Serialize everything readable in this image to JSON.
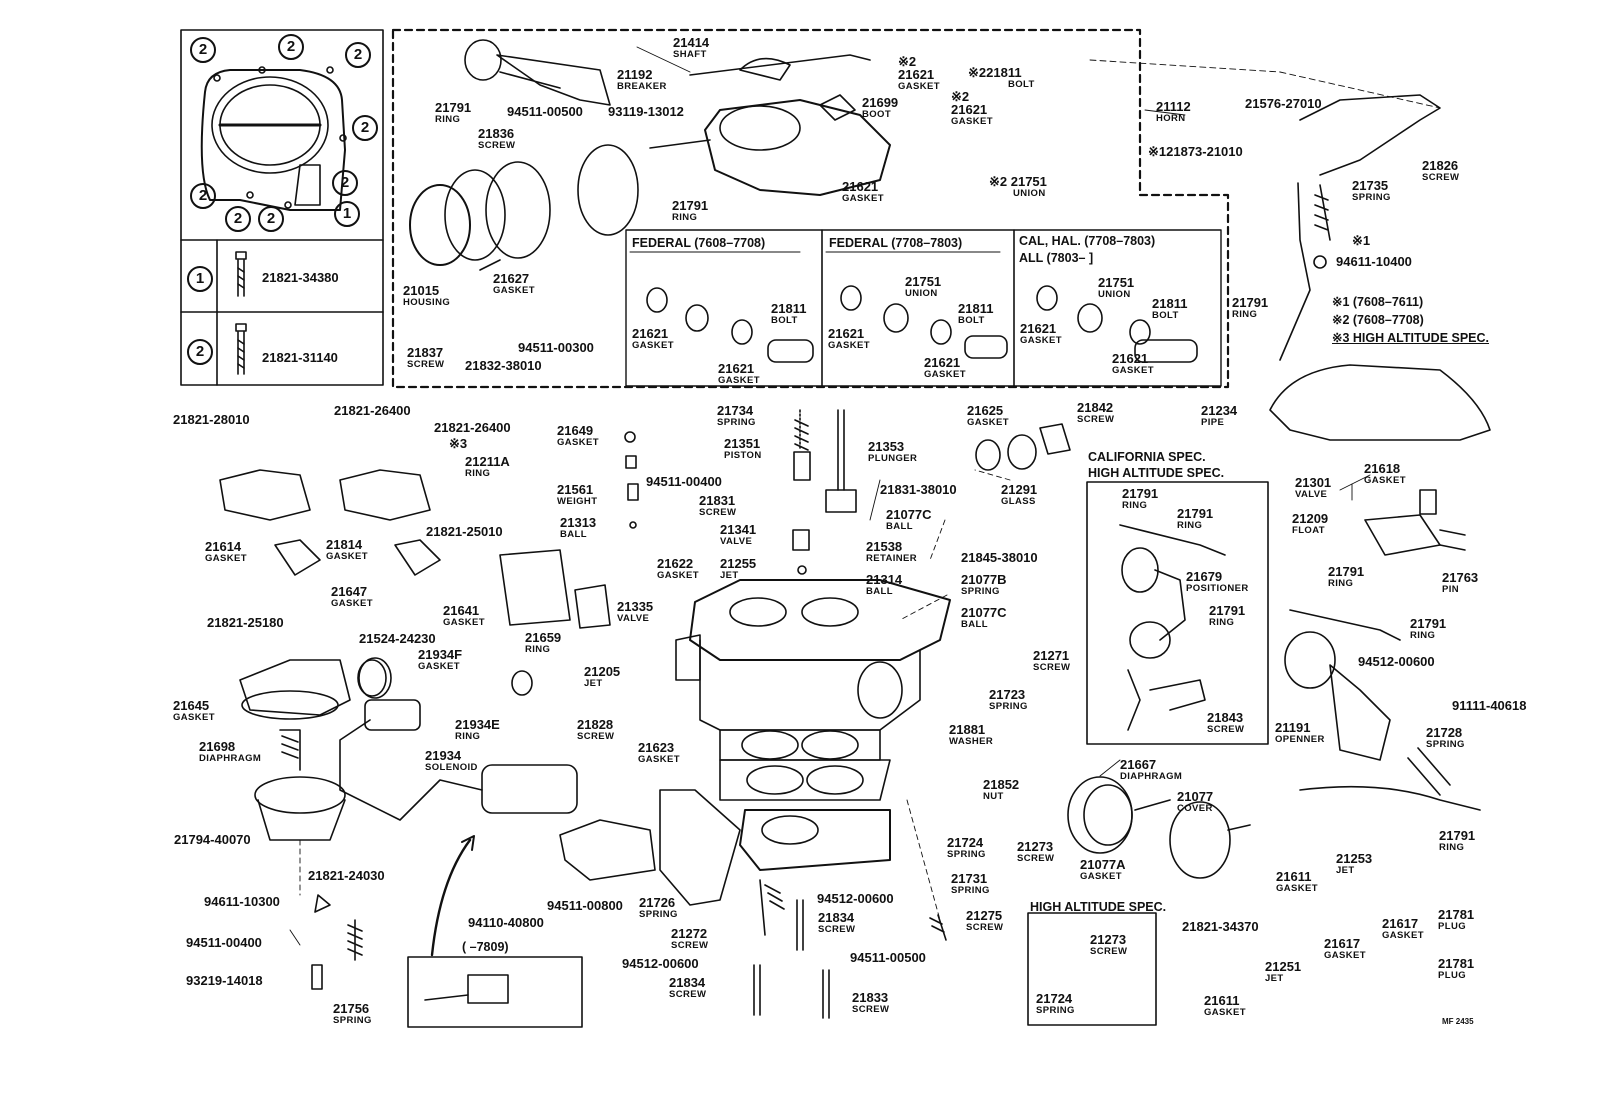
{
  "inset_topleft": {
    "marks": [
      "2",
      "2",
      "2",
      "2",
      "2",
      "2",
      "2",
      "2",
      "1"
    ],
    "row1": {
      "mark": "1",
      "part": "21821-34380"
    },
    "row2": {
      "mark": "2",
      "part": "21821-31140"
    }
  },
  "variants": {
    "federal_a": {
      "title": "FEDERAL (7608–7708)",
      "p1": "21621",
      "p1n": "GASKET",
      "p2": "21621",
      "p2n": "GASKET",
      "p3": "21811",
      "p3n": "BOLT"
    },
    "federal_b": {
      "title": "FEDERAL (7708–7803)",
      "p1": "21751",
      "p1n": "UNION",
      "p2": "21621",
      "p2n": "GASKET",
      "p3": "21621",
      "p3n": "GASKET",
      "p4": "21811",
      "p4n": "BOLT"
    },
    "cal": {
      "title": "CAL, HAL. (7708–7803)",
      "title2": "ALL          (7803–      ]",
      "p1": "21751",
      "p1n": "UNION",
      "p2": "21621",
      "p2n": "GASKET",
      "p3": "21621",
      "p3n": "GASKET",
      "p4": "21811",
      "p4n": "BOLT"
    }
  },
  "notes": {
    "n1": "※1 (7608–7611)",
    "n2": "※2 (7608–7708)",
    "n3": "※3 HIGH ALTITUDE SPEC."
  },
  "california_box": {
    "title1": "CALIFORNIA SPEC.",
    "title2": "HIGH ALTITUDE SPEC."
  },
  "hialt_box": {
    "title": "HIGH ALTITUDE SPEC.",
    "a": "21273",
    "an": "SCREW",
    "b": "21724",
    "bn": "SPRING"
  },
  "connector_box": {
    "label": "(        –7809)"
  },
  "footer": {
    "code": "MF 2435"
  },
  "callouts": [
    {
      "n": "21414",
      "t": "SHAFT"
    },
    {
      "n": "21192",
      "t": "BREAKER"
    },
    {
      "n": "21791",
      "t": "RING"
    },
    {
      "n": "94511-00500",
      "t": ""
    },
    {
      "n": "93119-13012",
      "t": ""
    },
    {
      "n": "21699",
      "t": "BOOT"
    },
    {
      "n": "※2\n21621",
      "t": "GASKET"
    },
    {
      "n": "※221811",
      "t": "BOLT"
    },
    {
      "n": "※2\n21621",
      "t": "GASKET"
    },
    {
      "n": "21112",
      "t": "HORN"
    },
    {
      "n": "21576-27010",
      "t": ""
    },
    {
      "n": "21836",
      "t": "SCREW"
    },
    {
      "n": "21791",
      "t": "RING"
    },
    {
      "n": "※2 21751",
      "t": "UNION"
    },
    {
      "n": "21621",
      "t": "GASKET"
    },
    {
      "n": "※121873-21010",
      "t": ""
    },
    {
      "n": "21826",
      "t": "SCREW"
    },
    {
      "n": "21735",
      "t": "SPRING"
    },
    {
      "n": "※1",
      "t": ""
    },
    {
      "n": "94611-10400",
      "t": ""
    },
    {
      "n": "21015",
      "t": "HOUSING"
    },
    {
      "n": "21627",
      "t": "GASKET"
    },
    {
      "n": "21837",
      "t": "SCREW"
    },
    {
      "n": "21832-38010",
      "t": ""
    },
    {
      "n": "94511-00300",
      "t": ""
    },
    {
      "n": "21791",
      "t": "RING"
    },
    {
      "n": "21821-28010",
      "t": ""
    },
    {
      "n": "21821-26400",
      "t": ""
    },
    {
      "n": "21821-26400",
      "t": ""
    },
    {
      "n": "※3",
      "t": ""
    },
    {
      "n": "21211A",
      "t": "RING"
    },
    {
      "n": "21649",
      "t": "GASKET"
    },
    {
      "n": "21734",
      "t": "SPRING"
    },
    {
      "n": "21351",
      "t": "PISTON"
    },
    {
      "n": "21353",
      "t": "PLUNGER"
    },
    {
      "n": "21625",
      "t": "GASKET"
    },
    {
      "n": "21842",
      "t": "SCREW"
    },
    {
      "n": "21234",
      "t": "PIPE"
    },
    {
      "n": "94511-00400",
      "t": ""
    },
    {
      "n": "21561",
      "t": "WEIGHT"
    },
    {
      "n": "21831",
      "t": "SCREW"
    },
    {
      "n": "21831-38010",
      "t": ""
    },
    {
      "n": "21291",
      "t": "GLASS"
    },
    {
      "n": "21301",
      "t": "VALVE"
    },
    {
      "n": "21618",
      "t": "GASKET"
    },
    {
      "n": "21313",
      "t": "BALL"
    },
    {
      "n": "21077C",
      "t": "BALL"
    },
    {
      "n": "21209",
      "t": "FLOAT"
    },
    {
      "n": "21341",
      "t": "VALVE"
    },
    {
      "n": "21538",
      "t": "RETAINER"
    },
    {
      "n": "21845-38010",
      "t": ""
    },
    {
      "n": "21614",
      "t": "GASKET"
    },
    {
      "n": "21814",
      "t": "GASKET"
    },
    {
      "n": "21821-25010",
      "t": ""
    },
    {
      "n": "21622",
      "t": "GASKET"
    },
    {
      "n": "21255",
      "t": "JET"
    },
    {
      "n": "21314",
      "t": "BALL"
    },
    {
      "n": "21077B",
      "t": "SPRING"
    },
    {
      "n": "21763",
      "t": "PIN"
    },
    {
      "n": "21791",
      "t": "RING"
    },
    {
      "n": "21791",
      "t": "RING"
    },
    {
      "n": "21679",
      "t": "POSITIONER"
    },
    {
      "n": "21791",
      "t": "RING"
    },
    {
      "n": "21647",
      "t": "GASKET"
    },
    {
      "n": "21641",
      "t": "GASKET"
    },
    {
      "n": "21335",
      "t": "VALVE"
    },
    {
      "n": "21077C",
      "t": "BALL"
    },
    {
      "n": "21791",
      "t": "RING"
    },
    {
      "n": "21791",
      "t": "RING"
    },
    {
      "n": "21821-25180",
      "t": ""
    },
    {
      "n": "21524-24230",
      "t": ""
    },
    {
      "n": "21659",
      "t": "RING"
    },
    {
      "n": "21271",
      "t": "SCREW"
    },
    {
      "n": "94512-00600",
      "t": ""
    },
    {
      "n": "21934F",
      "t": "GASKET"
    },
    {
      "n": "21205",
      "t": "JET"
    },
    {
      "n": "21645",
      "t": "GASKET"
    },
    {
      "n": "21723",
      "t": "SPRING"
    },
    {
      "n": "91111-40618",
      "t": ""
    },
    {
      "n": "21934E",
      "t": "RING"
    },
    {
      "n": "21828",
      "t": "SCREW"
    },
    {
      "n": "21843",
      "t": "SCREW"
    },
    {
      "n": "21191",
      "t": "OPENNER"
    },
    {
      "n": "21728",
      "t": "SPRING"
    },
    {
      "n": "21881",
      "t": "WASHER"
    },
    {
      "n": "21934",
      "t": "SOLENOID"
    },
    {
      "n": "21623",
      "t": "GASKET"
    },
    {
      "n": "21698",
      "t": "DIAPHRAGM"
    },
    {
      "n": "21667",
      "t": "DIAPHRAGM"
    },
    {
      "n": "21852",
      "t": "NUT"
    },
    {
      "n": "21077",
      "t": "COVER"
    },
    {
      "n": "21791",
      "t": "RING"
    },
    {
      "n": "21794-40070",
      "t": ""
    },
    {
      "n": "21724",
      "t": "SPRING"
    },
    {
      "n": "21273",
      "t": "SCREW"
    },
    {
      "n": "21611",
      "t": "GASKET"
    },
    {
      "n": "21253",
      "t": "JET"
    },
    {
      "n": "21077A",
      "t": "GASKET"
    },
    {
      "n": "21821-24030",
      "t": ""
    },
    {
      "n": "94611-10300",
      "t": ""
    },
    {
      "n": "21731",
      "t": "SPRING"
    },
    {
      "n": "21781",
      "t": "PLUG"
    },
    {
      "n": "21617",
      "t": "GASKET"
    },
    {
      "n": "94511-00800",
      "t": ""
    },
    {
      "n": "94512-00600",
      "t": ""
    },
    {
      "n": "94110-40800",
      "t": ""
    },
    {
      "n": "21726",
      "t": "SPRING"
    },
    {
      "n": "21834",
      "t": "SCREW"
    },
    {
      "n": "21275",
      "t": "SCREW"
    },
    {
      "n": "21821-34370",
      "t": ""
    },
    {
      "n": "21272",
      "t": "SCREW"
    },
    {
      "n": "94511-00400",
      "t": ""
    },
    {
      "n": "21617",
      "t": "GASKET"
    },
    {
      "n": "21781",
      "t": "PLUG"
    },
    {
      "n": "21251",
      "t": "JET"
    },
    {
      "n": "94512-00600",
      "t": ""
    },
    {
      "n": "94511-00500",
      "t": ""
    },
    {
      "n": "93219-14018",
      "t": ""
    },
    {
      "n": "21834",
      "t": "SCREW"
    },
    {
      "n": "21833",
      "t": "SCREW"
    },
    {
      "n": "21756",
      "t": "SPRING"
    },
    {
      "n": "21611",
      "t": "GASKET"
    }
  ]
}
